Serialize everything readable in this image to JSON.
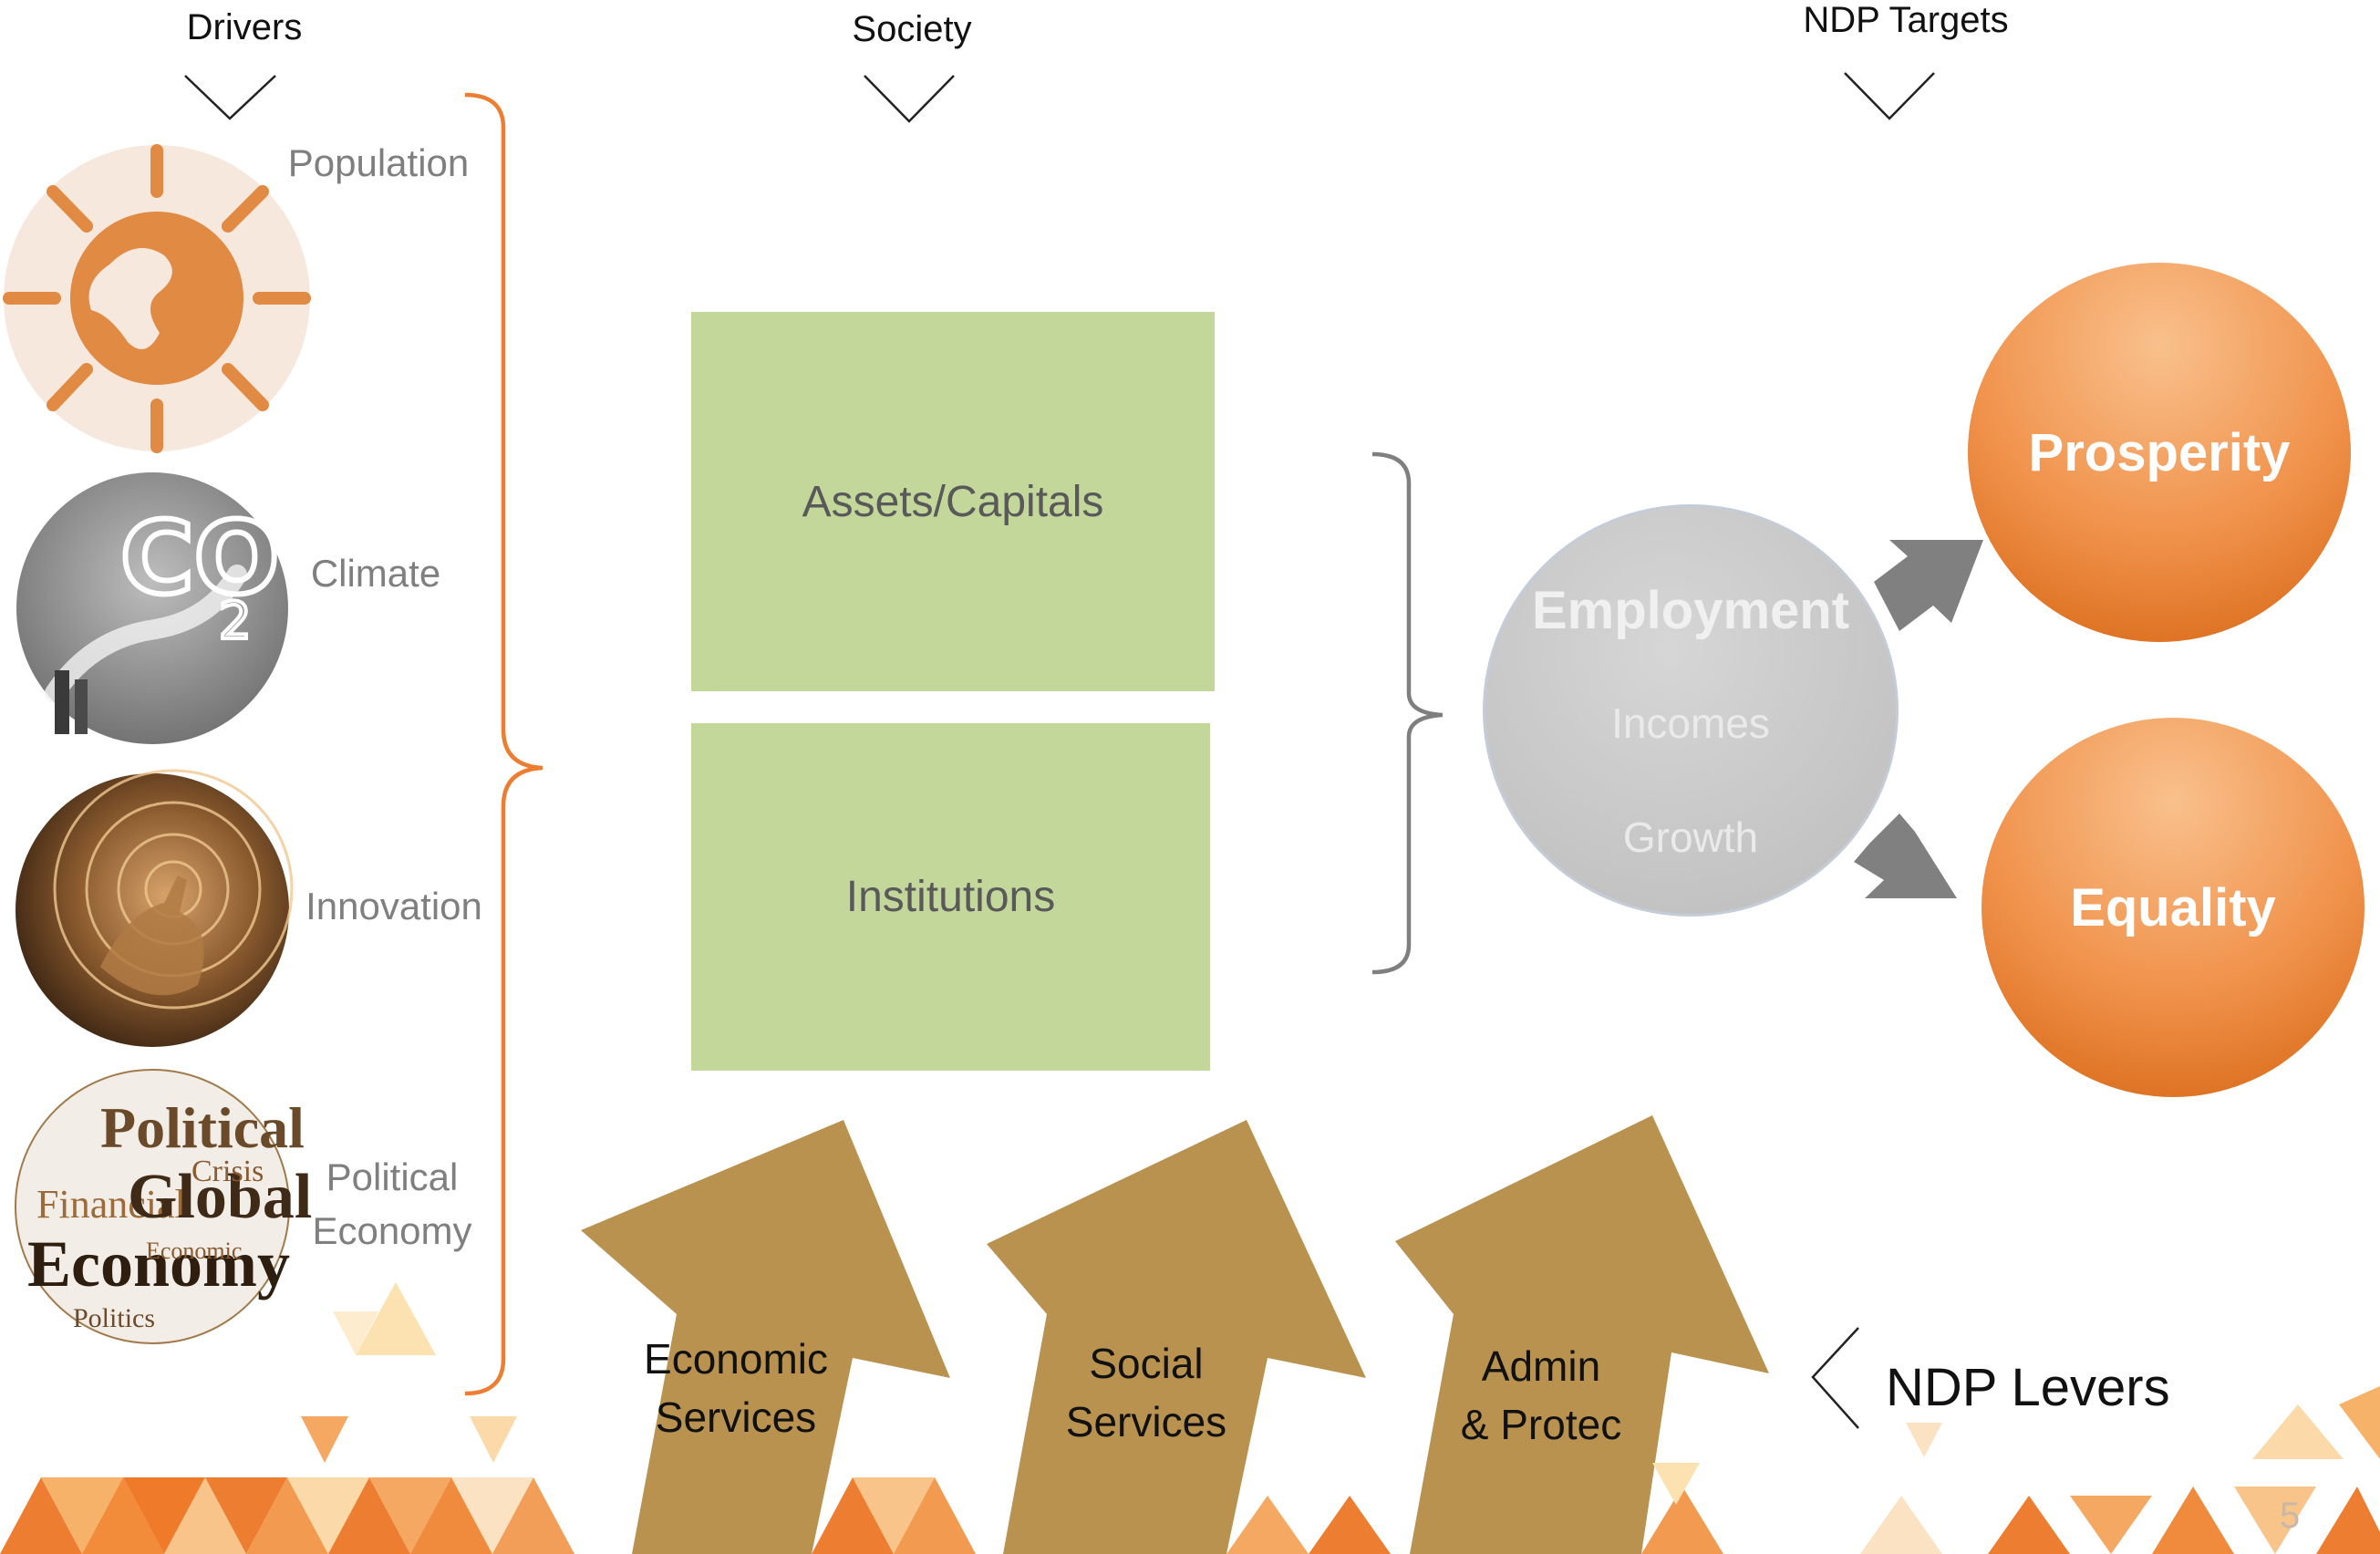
{
  "headers": {
    "drivers": "Drivers",
    "society": "Society",
    "ndp_targets": "NDP Targets"
  },
  "drivers": [
    {
      "label": "Population",
      "icon": "population-globe-image"
    },
    {
      "label": "Climate",
      "icon": "co2-smoke-image"
    },
    {
      "label": "Innovation",
      "icon": "innovation-tech-image"
    },
    {
      "label_line1": "Political",
      "label_line2": "Economy",
      "icon": "political-economy-wordcloud-image"
    }
  ],
  "society_boxes": {
    "assets": "Assets/Capitals",
    "institutions": "Institutions"
  },
  "employment": {
    "title": "Employment",
    "line1": "Incomes",
    "line2": "Growth"
  },
  "targets": {
    "prosperity": "Prosperity",
    "equality": "Equality"
  },
  "levers": {
    "economic_line1": "Economic",
    "economic_line2": "Services",
    "social_line1": "Social",
    "social_line2": "Services",
    "admin_line1": "Admin",
    "admin_line2": "& Protec",
    "label": "NDP Levers"
  },
  "page_number": "5",
  "colors": {
    "orange": "#ed7d31",
    "green_box": "#c4d79b",
    "lever_brown": "#b9924f",
    "grey_circle": "#c8c8c8",
    "arrow_grey": "#808080"
  }
}
